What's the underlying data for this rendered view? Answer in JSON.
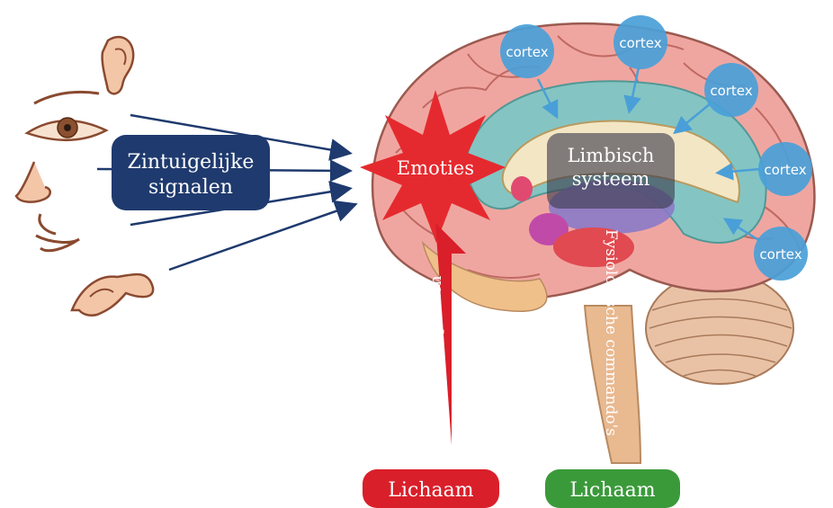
{
  "sensory_box": {
    "line1": "Zintuigelijke",
    "line2": "signalen",
    "color": "#1f3a6e"
  },
  "emotion_star": {
    "label": "Emoties",
    "color": "#e52a2f"
  },
  "limbic_box": {
    "line1": "Limbisch",
    "line2": "systeem"
  },
  "cortex_label": "cortex",
  "cortex_color": "#4a9fd8",
  "symptoms_arrow": {
    "label": "Fysieke symptomen",
    "color": "#d91f2a"
  },
  "commands_arrow": {
    "label": "Fysiologische commando's",
    "color": "#3a9a3a"
  },
  "body_left": {
    "label": "Lichaam",
    "color": "#d91f2a"
  },
  "body_right": {
    "label": "Lichaam",
    "color": "#3a9a3a"
  },
  "senses": [
    "ear-icon",
    "eye-icon",
    "nose-icon",
    "mouth-icon",
    "hand-icon"
  ]
}
